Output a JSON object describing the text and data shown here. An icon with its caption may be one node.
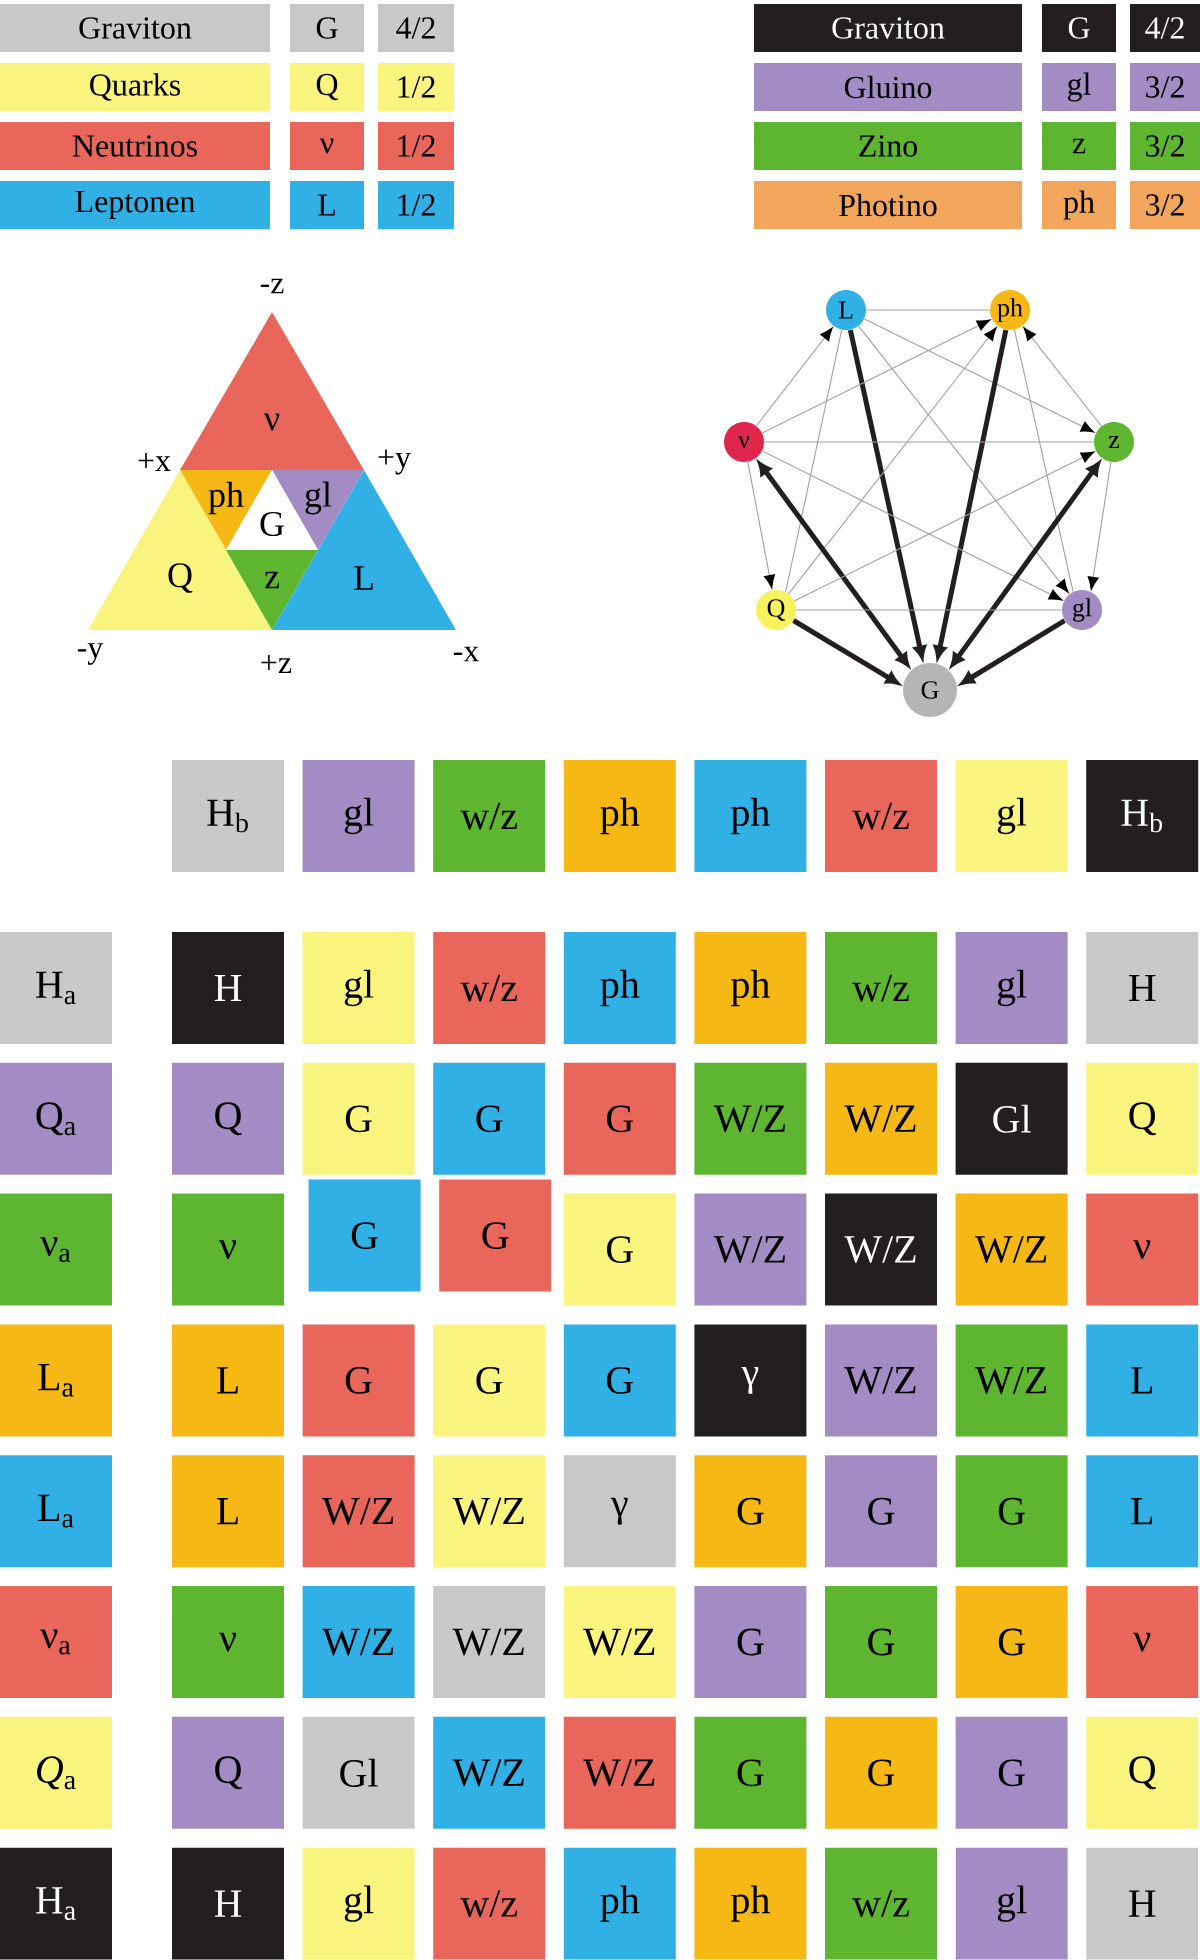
{
  "diagram": {
    "nodes": [
      {
        "text": [
          "ν"
        ]
      },
      {
        "text": [
          "ph"
        ]
      },
      {
        "text": [
          "gl"
        ]
      },
      {
        "text": [
          "G"
        ]
      },
      {
        "text": [
          "Q"
        ]
      },
      {
        "text": [
          "z"
        ]
      },
      {
        "text": [
          "L"
        ]
      },
      {
        "text": [
          "L"
        ]
      },
      {
        "text": [
          "ph"
        ]
      },
      {
        "text": [
          "ν"
        ]
      },
      {
        "text": [
          "z"
        ]
      },
      {
        "text": [
          "Q"
        ]
      },
      {
        "text": [
          "gl"
        ]
      },
      {
        "text": [
          "G"
        ]
      }
    ],
    "edges": [
      {
        "from": 7,
        "to": 8,
        "arrow": "none"
      },
      {
        "from": 9,
        "to": 7,
        "arrow": "to"
      },
      {
        "from": 11,
        "to": 7,
        "arrow": "none"
      },
      {
        "from": 7,
        "to": 10,
        "arrow": "to"
      },
      {
        "from": 7,
        "to": 12,
        "arrow": "to"
      },
      {
        "from": 7,
        "to": 13,
        "arrow": "to",
        "style": "thick",
        "color": "#231f20"
      },
      {
        "from": 9,
        "to": 8,
        "arrow": "to"
      },
      {
        "from": 11,
        "to": 8,
        "arrow": "to"
      },
      {
        "from": 10,
        "to": 8,
        "arrow": "to"
      },
      {
        "from": 12,
        "to": 8,
        "arrow": "none"
      },
      {
        "from": 8,
        "to": 13,
        "arrow": "to",
        "style": "thick",
        "color": "#231f20"
      },
      {
        "from": 9,
        "to": 10,
        "arrow": "none"
      },
      {
        "from": 9,
        "to": 11,
        "arrow": "to"
      },
      {
        "from": 9,
        "to": 12,
        "arrow": "to"
      },
      {
        "from": 9,
        "to": 13,
        "arrow": "both",
        "style": "thick",
        "color": "#231f20"
      },
      {
        "from": 11,
        "to": 10,
        "arrow": "to"
      },
      {
        "from": 10,
        "to": 12,
        "arrow": "to"
      },
      {
        "from": 10,
        "to": 13,
        "arrow": "both",
        "style": "thick",
        "color": "#231f20"
      },
      {
        "from": 11,
        "to": 12,
        "arrow": "none"
      },
      {
        "from": 11,
        "to": 13,
        "arrow": "to",
        "style": "thick",
        "color": "#231f20"
      },
      {
        "from": 12,
        "to": 13,
        "arrow": "to",
        "style": "thick",
        "color": "#231f20"
      }
    ],
    "labels": [
      "Graviton",
      "G",
      "4/2",
      "Quarks",
      "Q",
      "1/2",
      "Neutrinos",
      "ν",
      "1/2",
      "Leptonen",
      "L",
      "1/2",
      "Graviton",
      "G",
      "4/2",
      "Gluino",
      "gl",
      "3/2",
      "Zino",
      "z",
      "3/2",
      "Photino",
      "ph",
      "3/2",
      "-z",
      "+x",
      "+y",
      "-y",
      "+z",
      "-x",
      "H$_{b}$",
      "gl",
      "w/z",
      "ph",
      "ph",
      "w/z",
      "gl",
      "H$_{b}$",
      "H$_{a}$",
      "H",
      "gl",
      "w/z",
      "ph",
      "ph",
      "w/z",
      "gl",
      "H",
      "Q$_{a}$",
      "Q",
      "G",
      "G",
      "G",
      "W/Z",
      "W/Z",
      "Gl",
      "Q",
      "ν$_{a}$",
      "ν",
      "G",
      "G",
      "G",
      "W/Z",
      "W/Z",
      "W/Z",
      "ν",
      "L$_{a}$",
      "L",
      "G",
      "G",
      "G",
      "γ",
      "W/Z",
      "W/Z",
      "L",
      "L$_{a}$",
      "L",
      "W/Z",
      "W/Z",
      "γ",
      "G",
      "G",
      "G",
      "L",
      "ν$_{a}$",
      "ν",
      "W/Z",
      "W/Z",
      "W/Z",
      "G",
      "G",
      "G",
      "ν",
      "*Q*$_{a}$",
      "Q",
      "Gl",
      "W/Z",
      "W/Z",
      "G",
      "G",
      "G",
      "Q",
      "H$_{a}$",
      "H",
      "gl",
      "w/z",
      "ph",
      "ph",
      "w/z",
      "gl",
      "H"
    ]
  }
}
